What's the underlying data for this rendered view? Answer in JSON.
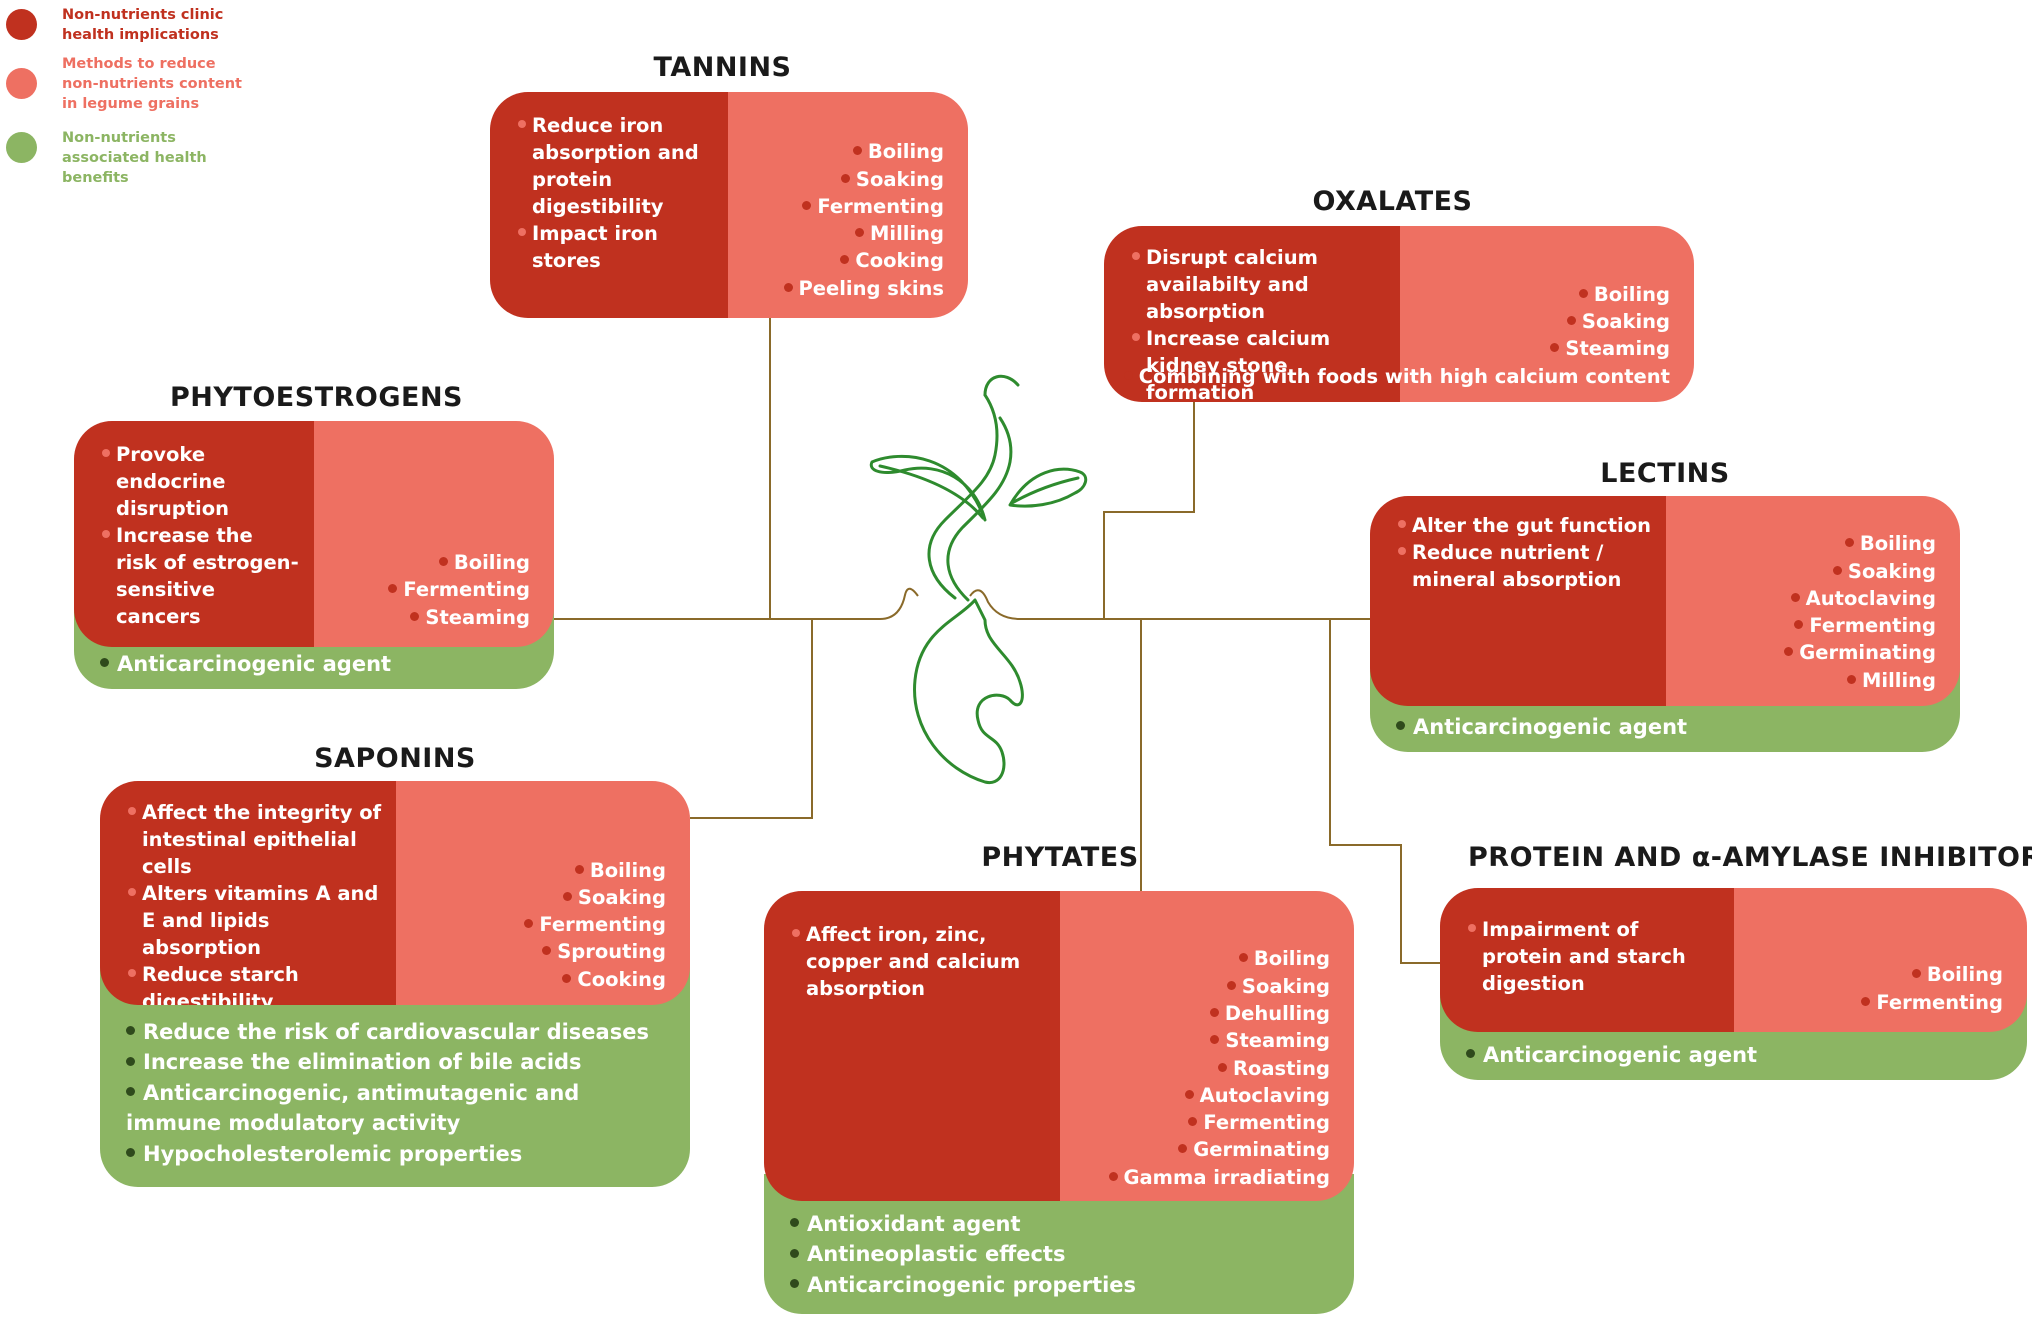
{
  "colors": {
    "implications": "#c0311f",
    "methods": "#ee7062",
    "benefits": "#8cb563",
    "connector": "#8a6a2a",
    "plant": "#2e8b2e",
    "title": "#1a1a1a"
  },
  "legend": [
    {
      "label": "Non-nutrients clinic health implications",
      "color": "#c0311f"
    },
    {
      "label": "Methods to reduce non-nutrients content in legume grains",
      "color": "#ee7062"
    },
    {
      "label": "Non-nutrients associated health benefits",
      "color": "#8cb563"
    }
  ],
  "center_icon": "sprouting-seed-icon",
  "cards": {
    "tannins": {
      "title": "TANNINS",
      "implications": [
        "Reduce iron absorption and protein digestibility",
        "Impact iron stores"
      ],
      "methods": [
        "Boiling",
        "Soaking",
        "Fermenting",
        "Milling",
        "Cooking",
        "Peeling skins"
      ],
      "benefits": []
    },
    "oxalates": {
      "title": "OXALATES",
      "implications": [
        "Disrupt calcium availabilty and absorption",
        "Increase calcium kidney stone formation"
      ],
      "methods": [
        "Boiling",
        "Soaking",
        "Steaming",
        "Combining with foods with high calcium content"
      ],
      "benefits": []
    },
    "phytoestrogens": {
      "title": "PHYTOESTROGENS",
      "implications": [
        "Provoke endocrine disruption",
        "Increase the risk of estrogen-sensitive cancers"
      ],
      "methods": [
        "Boiling",
        "Fermenting",
        "Steaming"
      ],
      "benefits": [
        "Anticarcinogenic agent"
      ]
    },
    "lectins": {
      "title": "LECTINS",
      "implications": [
        "Alter the gut function",
        "Reduce nutrient / mineral absorption"
      ],
      "methods": [
        "Boiling",
        "Soaking",
        "Autoclaving",
        "Fermenting",
        "Germinating",
        "Milling"
      ],
      "benefits": [
        "Anticarcinogenic agent"
      ]
    },
    "saponins": {
      "title": "SAPONINS",
      "implications": [
        "Affect the integrity of intestinal epithelial cells",
        "Alters vitamins A and E and lipids absorption",
        "Reduce starch digestibility"
      ],
      "methods": [
        "Boiling",
        "Soaking",
        "Fermenting",
        "Sprouting",
        "Cooking"
      ],
      "benefits": [
        "Reduce the risk of cardiovascular diseases",
        "Increase the elimination of bile acids",
        "Anticarcinogenic, antimutagenic and immune modulatory activity",
        "Hypocholesterolemic properties"
      ]
    },
    "phytates": {
      "title": "PHYTATES",
      "implications": [
        "Affect iron, zinc, copper and calcium absorption"
      ],
      "methods": [
        "Boiling",
        "Soaking",
        "Dehulling",
        "Steaming",
        "Roasting",
        "Autoclaving",
        "Fermenting",
        "Germinating",
        "Gamma irradiating"
      ],
      "benefits": [
        "Antioxidant agent",
        "Antineoplastic effects",
        "Anticarcinogenic properties"
      ]
    },
    "inhibitors": {
      "title": "PROTEIN  AND α-AMYLASE INHIBITORS",
      "implications": [
        "Impairment of protein and starch digestion"
      ],
      "methods": [
        "Boiling",
        "Fermenting"
      ],
      "benefits": [
        "Anticarcinogenic agent"
      ]
    }
  }
}
